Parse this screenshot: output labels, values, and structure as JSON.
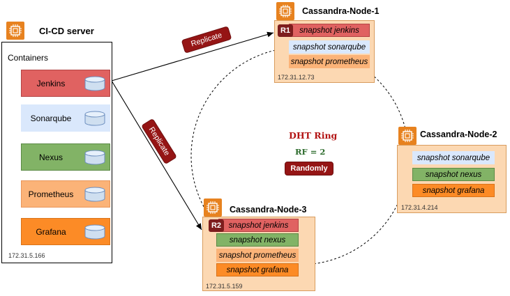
{
  "server": {
    "title": "CI-CD server",
    "section_label": "Containers",
    "ip": "172.31.5.166",
    "containers": [
      {
        "name": "Jenkins",
        "fill": "#e06261",
        "border": "#b34444"
      },
      {
        "name": "Sonarqube",
        "fill": "#dae8fc",
        "border": "#dae8fc"
      },
      {
        "name": "Nexus",
        "fill": "#82b366",
        "border": "#5b8a45"
      },
      {
        "name": "Prometheus",
        "fill": "#fbb378",
        "border": "#e9965a"
      },
      {
        "name": "Grafana",
        "fill": "#fc8b26",
        "border": "#d9731a"
      }
    ]
  },
  "nodes": [
    {
      "title": "Cassandra-Node-1",
      "ip": "172.31.12.73",
      "replica_tag": "R1",
      "snapshots": [
        "snapshot jenkins",
        "snapshot sonarqube",
        "snapshot prometheus"
      ]
    },
    {
      "title": "Cassandra-Node-2",
      "ip": "172.31.4.214",
      "replica_tag": "",
      "snapshots": [
        "snapshot sonarqube",
        "snapshot nexus",
        "snapshot grafana"
      ]
    },
    {
      "title": "Cassandra-Node-3",
      "ip": "172.31.5.159",
      "replica_tag": "R2",
      "snapshots": [
        "snapshot jenkins",
        "snapshot nexus",
        "snapshot prometheus",
        "snapshot grafana"
      ]
    }
  ],
  "edges": {
    "replicate_top": "Replicate",
    "replicate_bottom": "Replicate"
  },
  "ring": {
    "title": "DHT Ring",
    "rf": "RF = 2",
    "strategy": "Randomly"
  },
  "colors": {
    "chip": "#e7821f",
    "node_fill": "#fcd8b2",
    "tag_fill": "#951515",
    "ring_title": "#b31414",
    "rf_text": "#2c6b2c"
  },
  "icons": [
    "chip-icon",
    "database-icon"
  ]
}
